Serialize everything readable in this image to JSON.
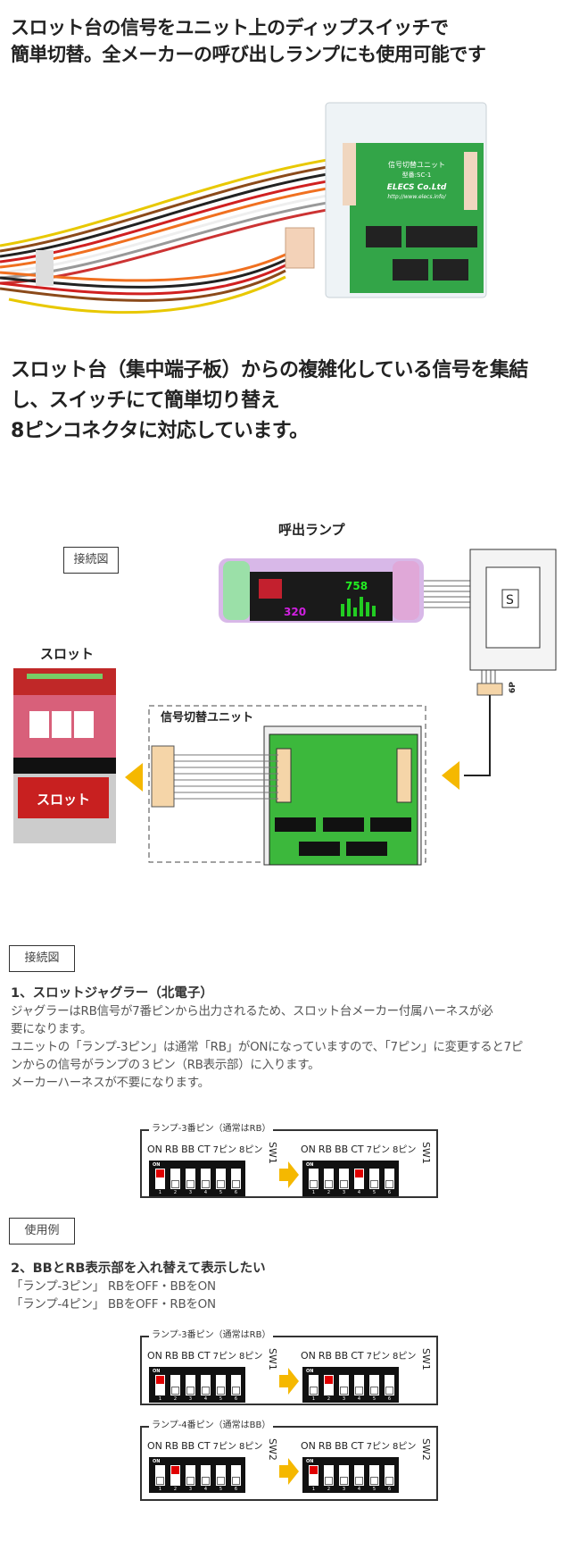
{
  "headline": {
    "lines": [
      "スロット台の信号をユニット上のディップスイッチで",
      "簡単切替。全メーカーの呼び出しランプにも使用可能です"
    ]
  },
  "product_photo": {
    "board_title": "信号切替ユニット",
    "model": "型番:SC-1",
    "brand": "ELECS Co.Ltd",
    "url": "http://www.elecs.info/"
  },
  "subheadline": {
    "lines": [
      "スロット台（集中端子板）からの複雑化している信号を集結",
      "し、スイッチにて簡単切り替え",
      "8ピンコネクタに対応しています。"
    ]
  },
  "diagram": {
    "tag": "接続図",
    "lamp_label": "呼出ランプ",
    "slot_label": "スロット",
    "slot_panel_text": "スロット",
    "unit_label": "信号切替ユニット",
    "connector_label": "6P",
    "lamp_digits": "320",
    "lamp_count": "758",
    "box_letter": "S",
    "accent_color": "#f5b800",
    "board_color": "#3cb83c"
  },
  "section1": {
    "tag": "接続図",
    "title": "1、スロットジャグラー（北電子）",
    "lines": [
      "ジャグラーはRB信号が7番ピンから出力されるため、スロット台メーカー付属ハーネスが必",
      "要になります。",
      "ユニットの「ランプ-3ピン」は通常「RB」がONになっていますので、「7ピン」に変更すると7ピ",
      "ンからの信号がランプの３ピン（RB表示部）に入ります。",
      "メーカーハーネスが不要になります。"
    ]
  },
  "section2": {
    "tag": "使用例",
    "title": "2、BBとRB表示部を入れ替えて表示したい",
    "lines": [
      "「ランプ-3ピン」 RBをOFF・BBをON",
      "「ランプ-4ピン」 BBをOFF・RBをON"
    ]
  },
  "dip_common": {
    "labels": [
      "ON",
      "RB",
      "BB",
      "CT",
      "7ピン",
      "8ピン"
    ],
    "panel_on": "ON",
    "numbers": [
      "1",
      "2",
      "3",
      "4",
      "5",
      "6"
    ],
    "on_color": "#e00000",
    "arrow_color": "#f5b800"
  },
  "dip_panels": [
    {
      "legend": "ランプ-3番ピン（通常はRB）",
      "switch": "SW1",
      "before": [
        1,
        0,
        0,
        0,
        0,
        0
      ],
      "after": [
        0,
        0,
        0,
        1,
        0,
        0
      ]
    },
    {
      "legend": "ランプ-3番ピン（通常はRB）",
      "switch": "SW1",
      "before": [
        1,
        0,
        0,
        0,
        0,
        0
      ],
      "after": [
        0,
        1,
        0,
        0,
        0,
        0
      ]
    },
    {
      "legend": "ランプ-4番ピン（通常はBB）",
      "switch": "SW2",
      "before": [
        0,
        1,
        0,
        0,
        0,
        0
      ],
      "after": [
        1,
        0,
        0,
        0,
        0,
        0
      ]
    }
  ]
}
